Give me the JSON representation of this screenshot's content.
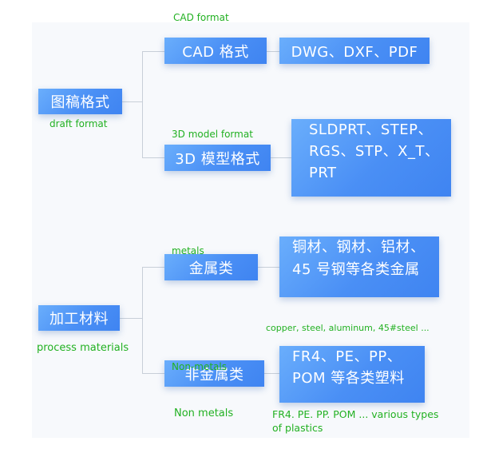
{
  "section1": {
    "root": {
      "label": "图稿格式",
      "annotation": "draft format"
    },
    "cad": {
      "label": "CAD 格式",
      "annotation": "CAD format",
      "detail": "DWG、DXF、PDF"
    },
    "model3d": {
      "label": "3D 模型格式",
      "annotation": "3D model format",
      "detail_lines": [
        "SLDPRT、STEP、",
        "RGS、STP、X_T、",
        "PRT"
      ]
    }
  },
  "section2": {
    "root": {
      "label": "加工材料",
      "annotation": "process materials"
    },
    "metals": {
      "label": "金属类",
      "annotation": "metals",
      "detail_lines": [
        "铜材、钢材、铝材、",
        "45 号钢等各类金属"
      ],
      "detail_annotation": "copper, steel, aluminum, 45#steel ..."
    },
    "nonmetals": {
      "label": "非金属类",
      "annotation": "Non-metals",
      "annotation_below": "Non metals",
      "detail_lines": [
        "FR4、PE、PP、",
        "POM 等各类塑料"
      ],
      "detail_annotation_lines": [
        "FR4. PE. PP. POM ... various types",
        "of plastics"
      ]
    }
  }
}
